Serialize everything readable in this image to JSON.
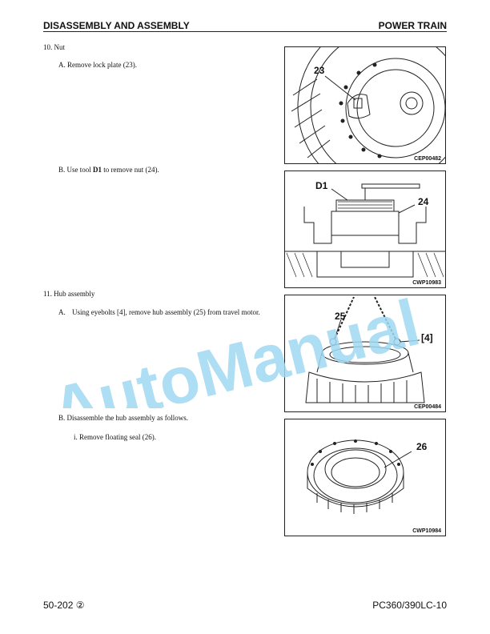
{
  "header": {
    "left": "DISASSEMBLY AND ASSEMBLY",
    "right": "POWER TRAIN"
  },
  "steps": {
    "s10": "10. Nut",
    "s10a": "A.  Remove lock plate (23).",
    "s10b_pre": "B.  Use tool ",
    "s10b_tool": "D1",
    "s10b_post": " to remove nut (24).",
    "s11": "11. Hub assembly",
    "s11a_label": "A.",
    "s11a_text": "Using eyebolts [4], remove hub assembly (25) from travel motor.",
    "s11b": "B.  Disassemble the hub assembly as follows.",
    "s11bi": "i.    Remove floating seal (26)."
  },
  "figures": {
    "f1": {
      "caption": "CEP00482",
      "callout": "23"
    },
    "f2": {
      "caption": "CWP10983",
      "callout1": "D1",
      "callout2": "24"
    },
    "f3": {
      "caption": "CEP00484",
      "callout1": "25",
      "callout2": "[4]"
    },
    "f4": {
      "caption": "CWP10984",
      "callout": "26"
    }
  },
  "watermark": "AutoManual",
  "colors": {
    "watermark": "#9fd8f2"
  },
  "footer": {
    "left": "50-202 ②",
    "right": "PC360/390LC-10"
  }
}
